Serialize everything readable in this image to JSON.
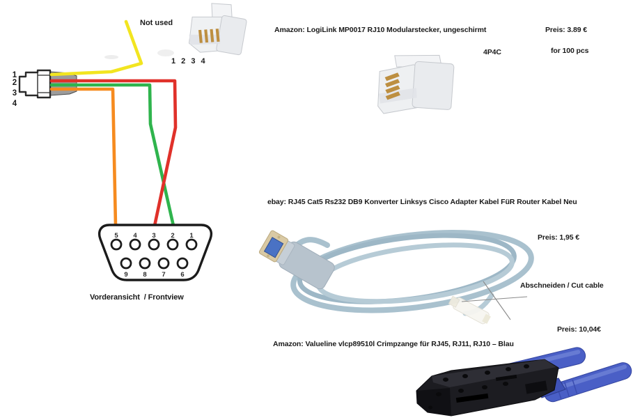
{
  "diagram": {
    "plug_pins": [
      "1",
      "2",
      "3",
      "4"
    ],
    "not_used_label": "Not used",
    "photo_pins_label": "1 2 3 4",
    "db9_top_pins": [
      "5",
      "4",
      "3",
      "2",
      "1"
    ],
    "db9_bottom_pins": [
      "9",
      "8",
      "7",
      "6"
    ],
    "caption": "Vorderansicht  / Frontview",
    "wire_colors": {
      "yellow": "#f2e520",
      "red": "#e0312a",
      "green": "#2fb44d",
      "orange": "#f68b1f"
    }
  },
  "products": {
    "connector": {
      "title": "Amazon: LogiLink MP0017 RJ10 Modularstecker, ungeschirmt",
      "type_label": "4P4C",
      "price": "Preis: 3.89 €",
      "price_note": "for 100 pcs"
    },
    "cable": {
      "title": "ebay: RJ45 Cat5 Rs232 DB9 Konverter Linksys Cisco Adapter Kabel FüR Router Kabel Neu",
      "price": "Preis: 1,95 €",
      "cut_note": "Abschneiden / Cut cable",
      "cable_color": "#a9c1ce"
    },
    "crimper": {
      "title": "Amazon: Valueline vlcp89510l Crimpzange für RJ45, RJ11, RJ10 – Blau",
      "price": "Preis: 10,04€",
      "handle_color": "#4a5fc6"
    }
  }
}
